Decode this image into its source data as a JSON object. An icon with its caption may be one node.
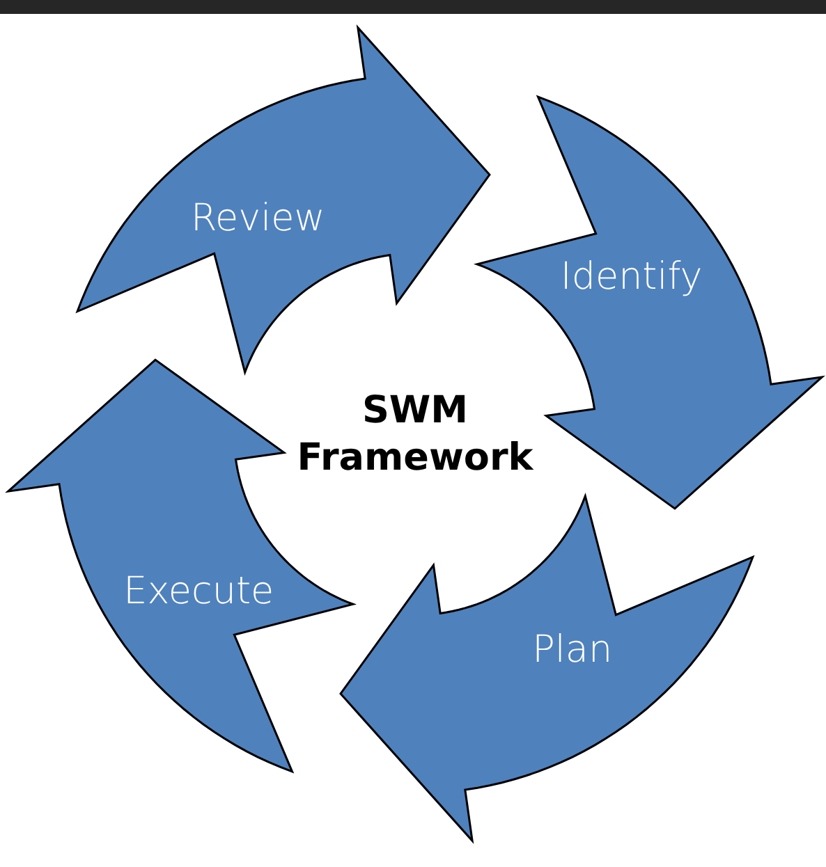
{
  "diagram": {
    "title": "SWM Framework",
    "nodes": [
      {
        "text": [
          "Review"
        ]
      },
      {
        "text": [
          "Identify"
        ]
      },
      {
        "text": [
          "Plan"
        ]
      },
      {
        "text": [
          "Execute"
        ]
      }
    ]
  }
}
